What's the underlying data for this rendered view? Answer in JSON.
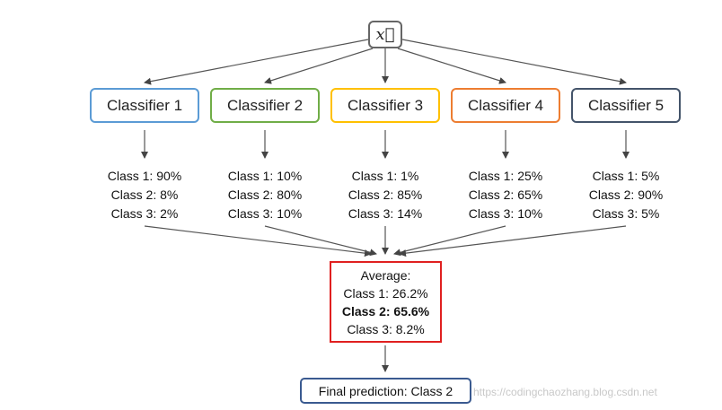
{
  "input": {
    "label": "x⃗"
  },
  "classifiers": [
    {
      "name": "Classifier 1",
      "color": "#5b9bd5",
      "probs": [
        "Class 1: 90%",
        "Class 2: 8%",
        "Class 3: 2%"
      ]
    },
    {
      "name": "Classifier 2",
      "color": "#70ad47",
      "probs": [
        "Class 1: 10%",
        "Class 2: 80%",
        "Class 3: 10%"
      ]
    },
    {
      "name": "Classifier 3",
      "color": "#ffc000",
      "probs": [
        "Class 1: 1%",
        "Class 2: 85%",
        "Class 3: 14%"
      ]
    },
    {
      "name": "Classifier 4",
      "color": "#ed7d31",
      "probs": [
        "Class 1: 25%",
        "Class 2: 65%",
        "Class 3: 10%"
      ]
    },
    {
      "name": "Classifier 5",
      "color": "#44546a",
      "probs": [
        "Class 1: 5%",
        "Class 2: 90%",
        "Class 3: 5%"
      ]
    }
  ],
  "average": {
    "title": "Average:",
    "lines": [
      "Class 1: 26.2%",
      "Class 2: 65.6%",
      "Class 3: 8.2%"
    ],
    "highlight_color": "#e02020"
  },
  "final": {
    "label": "Final prediction: Class 2",
    "color": "#3a5a90"
  },
  "watermark": "https://codingchaozhang.blog.csdn.net"
}
